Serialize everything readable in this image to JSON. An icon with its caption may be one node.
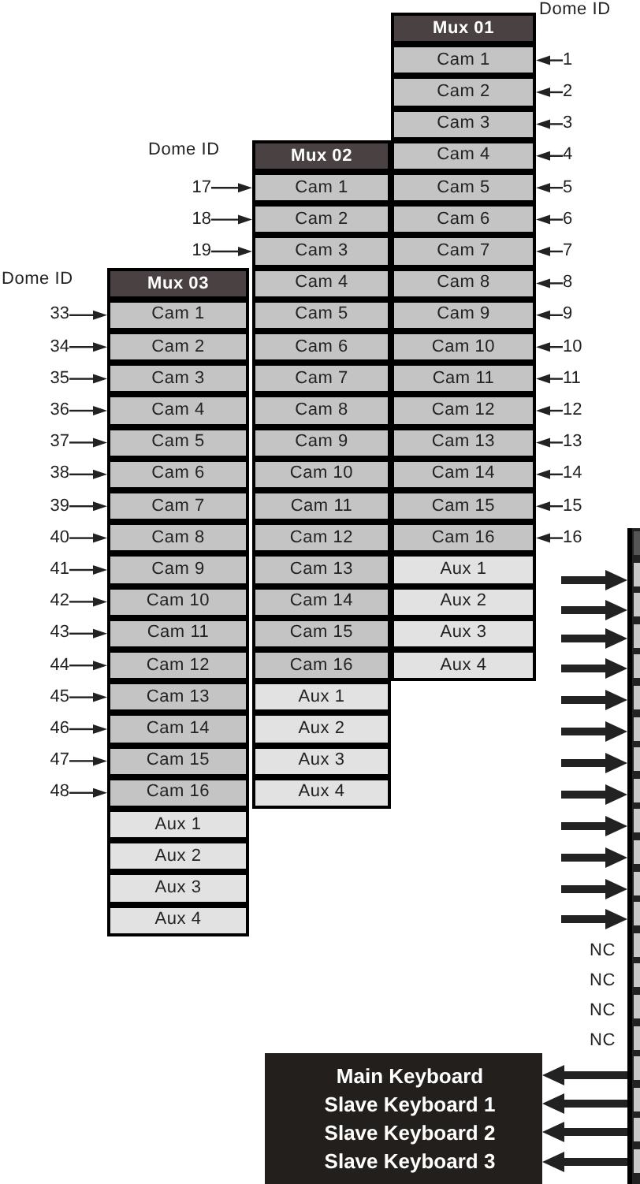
{
  "diagram": {
    "nodes": [
      {
        "text": [
          "Mux 01"
        ]
      },
      {
        "text": [
          "Cam 1"
        ]
      },
      {
        "text": [
          "Cam 2"
        ]
      },
      {
        "text": [
          "Cam 3"
        ]
      },
      {
        "text": [
          "Cam 4"
        ]
      },
      {
        "text": [
          "Cam 5"
        ]
      },
      {
        "text": [
          "Cam 6"
        ]
      },
      {
        "text": [
          "Cam 7"
        ]
      },
      {
        "text": [
          "Cam 8"
        ]
      },
      {
        "text": [
          "Cam 9"
        ]
      },
      {
        "text": [
          "Cam 10"
        ]
      },
      {
        "text": [
          "Cam 11"
        ]
      },
      {
        "text": [
          "Cam 12"
        ]
      },
      {
        "text": [
          "Cam 13"
        ]
      },
      {
        "text": [
          "Cam 14"
        ]
      },
      {
        "text": [
          "Cam 15"
        ]
      },
      {
        "text": [
          "Cam 16"
        ]
      },
      {
        "text": [
          "Aux 1"
        ]
      },
      {
        "text": [
          "Aux 2"
        ]
      },
      {
        "text": [
          "Aux 3"
        ]
      },
      {
        "text": [
          "Aux 4"
        ]
      },
      {
        "text": [
          "Mux 02"
        ]
      },
      {
        "text": [
          "Cam 1"
        ]
      },
      {
        "text": [
          "Cam 2"
        ]
      },
      {
        "text": [
          "Cam 3"
        ]
      },
      {
        "text": [
          "Cam 4"
        ]
      },
      {
        "text": [
          "Cam 5"
        ]
      },
      {
        "text": [
          "Cam 6"
        ]
      },
      {
        "text": [
          "Cam 7"
        ]
      },
      {
        "text": [
          "Cam 8"
        ]
      },
      {
        "text": [
          "Cam 9"
        ]
      },
      {
        "text": [
          "Cam 10"
        ]
      },
      {
        "text": [
          "Cam 11"
        ]
      },
      {
        "text": [
          "Cam 12"
        ]
      },
      {
        "text": [
          "Cam 13"
        ]
      },
      {
        "text": [
          "Cam 14"
        ]
      },
      {
        "text": [
          "Cam 15"
        ]
      },
      {
        "text": [
          "Cam 16"
        ]
      },
      {
        "text": [
          "Aux 1"
        ]
      },
      {
        "text": [
          "Aux 2"
        ]
      },
      {
        "text": [
          "Aux 3"
        ]
      },
      {
        "text": [
          "Aux 4"
        ]
      },
      {
        "text": [
          "Mux 03"
        ]
      },
      {
        "text": [
          "Cam 1"
        ]
      },
      {
        "text": [
          "Cam 2"
        ]
      },
      {
        "text": [
          "Cam 3"
        ]
      },
      {
        "text": [
          "Cam 4"
        ]
      },
      {
        "text": [
          "Cam 5"
        ]
      },
      {
        "text": [
          "Cam 6"
        ]
      },
      {
        "text": [
          "Cam 7"
        ]
      },
      {
        "text": [
          "Cam 8"
        ]
      },
      {
        "text": [
          "Cam 9"
        ]
      },
      {
        "text": [
          "Cam 10"
        ]
      },
      {
        "text": [
          "Cam 11"
        ]
      },
      {
        "text": [
          "Cam 12"
        ]
      },
      {
        "text": [
          "Cam 13"
        ]
      },
      {
        "text": [
          "Cam 14"
        ]
      },
      {
        "text": [
          "Cam 15"
        ]
      },
      {
        "text": [
          "Cam 16"
        ]
      },
      {
        "text": [
          "Aux 1"
        ]
      },
      {
        "text": [
          "Aux 2"
        ]
      },
      {
        "text": [
          "Aux 3"
        ]
      },
      {
        "text": [
          "Aux 4"
        ]
      },
      {
        "text": [
          "1"
        ]
      },
      {
        "text": [
          "2"
        ]
      },
      {
        "text": [
          "3"
        ]
      },
      {
        "text": [
          "4"
        ]
      },
      {
        "text": [
          "5"
        ]
      },
      {
        "text": [
          "6"
        ]
      },
      {
        "text": [
          "7"
        ]
      },
      {
        "text": [
          "8"
        ]
      },
      {
        "text": [
          "9"
        ]
      },
      {
        "text": [
          "10"
        ]
      },
      {
        "text": [
          "11"
        ]
      },
      {
        "text": [
          "12"
        ]
      },
      {
        "text": [
          "13"
        ]
      },
      {
        "text": [
          "14"
        ]
      },
      {
        "text": [
          "15"
        ]
      },
      {
        "text": [
          "16"
        ]
      },
      {
        "text": [
          "17"
        ]
      },
      {
        "text": [
          "18"
        ]
      },
      {
        "text": [
          "19"
        ]
      },
      {
        "text": [
          "33"
        ]
      },
      {
        "text": [
          "34"
        ]
      },
      {
        "text": [
          "35"
        ]
      },
      {
        "text": [
          "36"
        ]
      },
      {
        "text": [
          "37"
        ]
      },
      {
        "text": [
          "38"
        ]
      },
      {
        "text": [
          "39"
        ]
      },
      {
        "text": [
          "40"
        ]
      },
      {
        "text": [
          "41"
        ]
      },
      {
        "text": [
          "42"
        ]
      },
      {
        "text": [
          "43"
        ]
      },
      {
        "text": [
          "44"
        ]
      },
      {
        "text": [
          "45"
        ]
      },
      {
        "text": [
          "46"
        ]
      },
      {
        "text": [
          "47"
        ]
      },
      {
        "text": [
          "48"
        ]
      },
      {
        "text": [],
        "shape": "bar"
      },
      {
        "text": [
          "Main Keyboard",
          "Slave Keyboard 1",
          "Slave Keyboard 2",
          "Slave Keyboard 3"
        ]
      }
    ],
    "edges": [
      {
        "from": 63,
        "to": 1,
        "arrow": "to"
      },
      {
        "from": 64,
        "to": 2,
        "arrow": "to"
      },
      {
        "from": 65,
        "to": 3,
        "arrow": "to"
      },
      {
        "from": 66,
        "to": 4,
        "arrow": "to"
      },
      {
        "from": 67,
        "to": 5,
        "arrow": "to"
      },
      {
        "from": 68,
        "to": 6,
        "arrow": "to"
      },
      {
        "from": 69,
        "to": 7,
        "arrow": "to"
      },
      {
        "from": 70,
        "to": 8,
        "arrow": "to"
      },
      {
        "from": 71,
        "to": 9,
        "arrow": "to"
      },
      {
        "from": 72,
        "to": 10,
        "arrow": "to"
      },
      {
        "from": 73,
        "to": 11,
        "arrow": "to"
      },
      {
        "from": 74,
        "to": 12,
        "arrow": "to"
      },
      {
        "from": 75,
        "to": 13,
        "arrow": "to"
      },
      {
        "from": 76,
        "to": 14,
        "arrow": "to"
      },
      {
        "from": 77,
        "to": 15,
        "arrow": "to"
      },
      {
        "from": 78,
        "to": 16,
        "arrow": "to"
      },
      {
        "from": 79,
        "to": 22,
        "arrow": "to"
      },
      {
        "from": 80,
        "to": 23,
        "arrow": "to"
      },
      {
        "from": 81,
        "to": 24,
        "arrow": "to"
      },
      {
        "from": 82,
        "to": 43,
        "arrow": "to"
      },
      {
        "from": 83,
        "to": 44,
        "arrow": "to"
      },
      {
        "from": 84,
        "to": 45,
        "arrow": "to"
      },
      {
        "from": 85,
        "to": 46,
        "arrow": "to"
      },
      {
        "from": 86,
        "to": 47,
        "arrow": "to"
      },
      {
        "from": 87,
        "to": 48,
        "arrow": "to"
      },
      {
        "from": 88,
        "to": 49,
        "arrow": "to"
      },
      {
        "from": 89,
        "to": 50,
        "arrow": "to"
      },
      {
        "from": 90,
        "to": 51,
        "arrow": "to"
      },
      {
        "from": 91,
        "to": 52,
        "arrow": "to"
      },
      {
        "from": 92,
        "to": 53,
        "arrow": "to"
      },
      {
        "from": 93,
        "to": 54,
        "arrow": "to"
      },
      {
        "from": 94,
        "to": 55,
        "arrow": "to"
      },
      {
        "from": 95,
        "to": 56,
        "arrow": "to"
      },
      {
        "from": 96,
        "to": 57,
        "arrow": "to"
      },
      {
        "from": 97,
        "to": 58,
        "arrow": "to"
      },
      {
        "from": null,
        "to": 98,
        "arrow": "to",
        "style": "thick"
      },
      {
        "from": null,
        "to": 98,
        "arrow": "to",
        "style": "thick"
      },
      {
        "from": null,
        "to": 98,
        "arrow": "to",
        "style": "thick"
      },
      {
        "from": null,
        "to": 98,
        "arrow": "to",
        "style": "thick"
      },
      {
        "from": null,
        "to": 98,
        "arrow": "to",
        "style": "thick"
      },
      {
        "from": null,
        "to": 98,
        "arrow": "to",
        "style": "thick"
      },
      {
        "from": null,
        "to": 98,
        "arrow": "to",
        "style": "thick"
      },
      {
        "from": null,
        "to": 98,
        "arrow": "to",
        "style": "thick"
      },
      {
        "from": null,
        "to": 98,
        "arrow": "to",
        "style": "thick"
      },
      {
        "from": null,
        "to": 98,
        "arrow": "to",
        "style": "thick"
      },
      {
        "from": null,
        "to": 98,
        "arrow": "to",
        "style": "thick"
      },
      {
        "from": null,
        "to": 98,
        "arrow": "to",
        "style": "thick"
      },
      {
        "from": 98,
        "to": 99,
        "arrow": "to",
        "style": "thick"
      },
      {
        "from": 98,
        "to": 99,
        "arrow": "to",
        "style": "thick"
      },
      {
        "from": 98,
        "to": 99,
        "arrow": "to",
        "style": "thick"
      },
      {
        "from": 98,
        "to": 99,
        "arrow": "to",
        "style": "thick"
      }
    ],
    "labels": [
      "Dome ID",
      "Dome ID",
      "Dome ID",
      "NC",
      "NC",
      "NC",
      "NC"
    ]
  }
}
